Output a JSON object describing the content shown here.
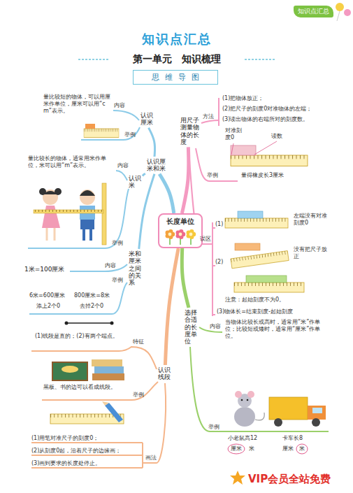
{
  "diagram": {
    "title": "知识点汇总",
    "nodes": [
      {
        "text": [
          "知识点汇总"
        ]
      },
      {
        "text": [
          "思维导图"
        ]
      },
      {
        "text": [
          "长度单位"
        ]
      },
      {
        "text": [
          "认识厘米和米"
        ]
      },
      {
        "text": [
          "认识厘米"
        ]
      },
      {
        "text": [
          "认识米"
        ]
      },
      {
        "text": [
          "米和厘米之间的关系"
        ]
      },
      {
        "text": [
          "用尺子测量物体的长度"
        ]
      },
      {
        "text": [
          "选择合适的长度单位"
        ]
      },
      {
        "text": [
          "认识线段"
        ]
      }
    ],
    "edges": [
      {
        "from": 2,
        "to": 3,
        "arrow": "none"
      },
      {
        "from": 3,
        "to": 4,
        "arrow": "none"
      },
      {
        "from": 3,
        "to": 5,
        "arrow": "none"
      },
      {
        "from": 3,
        "to": 6,
        "arrow": "none"
      },
      {
        "from": 2,
        "to": 7,
        "arrow": "none"
      },
      {
        "from": 2,
        "to": 8,
        "arrow": "none"
      },
      {
        "from": 2,
        "to": 9,
        "arrow": "none"
      }
    ],
    "labels": [
      "第一单元　知识梳理",
      "内容",
      "量比较短的物体，可以用厘米作单位，厘米可以用“cm”表示。",
      "举例",
      "内容",
      "量比较长的物体，通常用米作单位，米可以用“m”表示。",
      "举例",
      "内容",
      "1米=100厘米",
      "举例",
      "6米=600厘米",
      "添上2个0",
      "800厘米=8米",
      "去掉2个0",
      "方法",
      "(1)把物体放正；",
      "(2)把尺子的刻度0对准物体的左端；",
      "(3)读出物体的右端所对的刻度数。",
      "对准刻度0",
      "读数",
      "举例",
      "量得橡皮长3厘米",
      "误区",
      "(1)",
      "左端没有对准刻度0",
      "(2)",
      "没有把尺子放正",
      "注意：起始刻度不为0。",
      "(3)物体长=结束刻度-起始刻度",
      "内容",
      "当物体比较长或高时，通常用“米”作单位；比较短或矮时，通常用“厘米”作单位。",
      "举例",
      "小老鼠高12",
      "厘米",
      "米",
      "卡车长8",
      "厘米",
      "米",
      "特征",
      "(1)线段是直的；(2)有两个端点。",
      "举例",
      "黑板、书的边可以看成线段。",
      "(1)用笔对准尺子的刻度0；",
      "(2)从刻度0起，沿着尺子的边缘画；",
      "(3)画到要求的长度处停止。",
      "画法",
      "VIP会员全站免费"
    ]
  }
}
